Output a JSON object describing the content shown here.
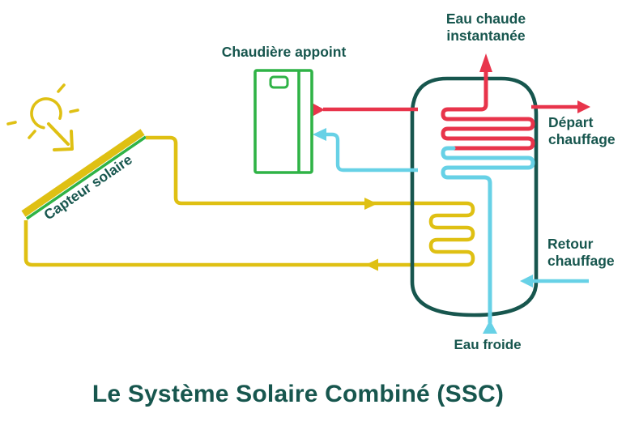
{
  "diagram": {
    "title": "Le Système Solaire Combiné (SSC)",
    "labels": {
      "boiler": "Chaudière appoint",
      "solar_collector": "Capteur solaire",
      "instant_hot_water": "Eau chaude\ninstantanée",
      "heating_supply": "Départ\nchauffage",
      "heating_return": "Retour\nchauffage",
      "cold_water": "Eau froide"
    },
    "colors": {
      "text_teal": "#17564E",
      "hot_red": "#E8344B",
      "cold_cyan": "#67D1E6",
      "solar_yellow": "#DFC013",
      "boiler_green": "#2FB346"
    }
  }
}
